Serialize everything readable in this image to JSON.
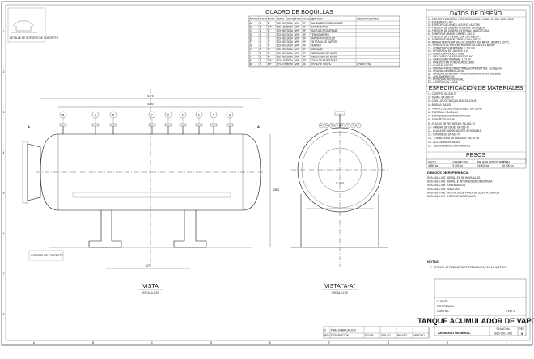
{
  "border": {
    "columns": [
      "A",
      "B",
      "C",
      "D",
      "E",
      "F",
      "G",
      "H",
      "I"
    ],
    "rows": [
      "1",
      "2",
      "3",
      "4",
      "5",
      "6",
      "7",
      "8"
    ]
  },
  "detail_label": "DETALLE DE SOPORTE DE CONCRETO",
  "nozzle_table": {
    "title": "CUADRO DE BOQUILLAS",
    "headers": [
      "MARCA",
      "CANT.",
      "DIAM.",
      "SERIE",
      "CLASE",
      "TIPO",
      "DETALLE",
      "SERVICIO",
      "OBSERVACIONES"
    ],
    "rows": [
      [
        "A",
        "1",
        "2\"",
        "SCH 80",
        "300#",
        "WN",
        "RF",
        "SALIDA DE CONDENSADO",
        ""
      ],
      [
        "B",
        "1",
        "3/4\"",
        "SCH 160",
        "300#",
        "WN",
        "RF",
        "MANOMETRO",
        ""
      ],
      [
        "C",
        "1",
        "1\"",
        "SCH 80",
        "300#",
        "WN",
        "RF",
        "VALVULA SEGURIDAD",
        ""
      ],
      [
        "D",
        "1",
        "1\"",
        "SCH 80",
        "300#",
        "WN",
        "RF",
        "TERMOMETRO",
        ""
      ],
      [
        "E",
        "1",
        "2\"",
        "SCH 80",
        "300#",
        "WN",
        "RF",
        "VAPOR A PROCESO",
        ""
      ],
      [
        "F",
        "1",
        "2\"",
        "SCH 80",
        "300#",
        "WN",
        "RF",
        "ENTRADA DE VAPOR",
        ""
      ],
      [
        "G",
        "1",
        "1\"",
        "SCH 80",
        "300#",
        "WN",
        "RF",
        "VENTEO",
        ""
      ],
      [
        "H",
        "1",
        "1\"",
        "SCH 80",
        "300#",
        "WN",
        "RF",
        "DRENAJE",
        ""
      ],
      [
        "I",
        "1",
        "1\"",
        "SCH 80",
        "300#",
        "WN",
        "RF",
        "INDICADOR DE NIVEL",
        ""
      ],
      [
        "J",
        "1",
        "1\"",
        "SCH 80",
        "300#",
        "WN",
        "RF",
        "INDICADOR DE NIVEL",
        ""
      ],
      [
        "K",
        "1",
        "3/4\"",
        "SCH 160",
        "300#",
        "WN",
        "RF",
        "TOMA DE MUESTRAS",
        ""
      ],
      [
        "M",
        "1",
        "18\"",
        "SCH STD",
        "300#",
        "WN",
        "RF",
        "BOCA DE VISITA",
        "COMPLETA"
      ]
    ]
  },
  "design_data": {
    "title": "DATOS DE DISEÑO",
    "rows": [
      "CODIGO DE DISEÑO Y CONSTRUCCION: ASME VIII DIV. 1  ED. 2015",
      "ESTAMPADO: NO",
      "ESPECIFICACIONES: A.S.M.E. / A.S.T.M.",
      "PRESION DE DISEÑO INTERNA: 18.0 kg/cm²",
      "PRESION DE DISEÑO EXTERNA: VACIO TOTAL",
      "TEMPERATURA DE DISEÑO: 250 °C",
      "PRESION DE OPERACION: 14.0 kg/cm²",
      "TEMPERATURA DE OPERACION: 198 °C",
      "MINIMA TEMPERATURA DE DISEÑO DEL METAL (MDMT): -29 °C",
      "PRESION DE PRUEBA HIDROSTATICA: 23.4 kg/cm²",
      "CORROSION PERMISIBLE: 3.0 mm",
      "EFICIENCIA DE JUNTAS: 1.0",
      "RADIOGRAFIADO: TOTAL",
      "RELEVADO DE ESFUERZOS: NO",
      "CAPACIDAD NOMINAL: 12.0 m³",
      "PRESION EN CONEXIONES: 300#",
      "FLUIDO: VAPOR",
      "MAXIMA PRESION DE TRABAJO PERMITIDA: 19.2 kg/cm²",
      "PRUEBA NEUMATICA: NO",
      "PINTURA EXTERIOR: PRIMARIO INORGANICO DE ZINC",
      "AISLAMIENTO: SI",
      "POSICION: HORIZONTAL",
      "INSPECCION: ASME"
    ]
  },
  "materials": {
    "title": "ESPECIFICACION DE MATERIALES",
    "rows": [
      "CUERPO: SA-516-70",
      "TAPAS: SA-516-70",
      "CUELLOS DE BOQUILLAS: SA-106-B",
      "BRIDAS: SA-105",
      "TORNILLOS DE CONEXIONES: SA-193-B7",
      "TUERCAS: SA-194-2H",
      "EMPAQUES: ESPIROMETALICO",
      "SOPORTES: SA-36",
      "PLACAS DE REFUERZO: SA-516-70",
      "OREJAS DE IZAJE: SA-516-70",
      "PLACA DE DATOS: ACERO INOXIDABLE",
      "INTERNOS: SA-516-70",
      "TORNILLERIA DE ANCLAJE: SA-307-B",
      "ACCESORIOS: SA-105",
      "AISLAMIENTO: LANA MINERAL"
    ]
  },
  "weights": {
    "title": "PESOS",
    "headers": [
      "VACIO",
      "OPERACION",
      "PRUEBA HIDROSTATICA",
      "TOTAL"
    ],
    "values": [
      "4 850 kg",
      "9 200 kg",
      "16 900 kg",
      "16 900 kg"
    ]
  },
  "references": {
    "title": "DIBUJOS DE REFERENCIA",
    "rows": [
      [
        "SGS-016-1-002",
        "DETALLES DE BOQUILLAS"
      ],
      [
        "SGS-016-1-003",
        "DETALLE INTERNOS DE DESCARGA"
      ],
      [
        "SGS-016-1-004",
        "ORIENTACION"
      ],
      [
        "SGS-016-1-005",
        "SILLETAS"
      ],
      [
        "SGS-016-1-006",
        "SOPORTE DE PLACA DE IDENTIFICACION"
      ],
      [
        "SGS-016-1-007",
        "LISTA DE MATERIALES"
      ]
    ]
  },
  "notes": {
    "title": "NOTAS:",
    "rows": [
      "1.- TODAS LAS DIMENSIONES ESTAN DADAS EN MILIMETROS."
    ]
  },
  "views": {
    "main": "VISTA",
    "main_scale": "ESCALA 1:20",
    "section": "VISTA \"A-A\"",
    "section_scale": "ESCALA 1:20",
    "section_mark": "A"
  },
  "dimensions": {
    "overall": "6175",
    "shell": "5390",
    "saddle_center": "3270",
    "diameter": "Ø 1600",
    "height": "2600",
    "support_note": "SOPORTE DE CONCRETO",
    "nozzle_callouts": [
      "M",
      "A",
      "B",
      "C",
      "D",
      "E",
      "F",
      "G",
      "H"
    ],
    "section_nozzles": [
      "A",
      "B",
      "C",
      "D",
      "E",
      "F",
      "G",
      "H"
    ]
  },
  "title_block": {
    "cliente_label": "CLIENTE:",
    "referencia_label": "REFERENCIA:",
    "obra_label": "OBRA No.:",
    "item_label": "ITEM: 1",
    "project_title": "TANQUE ACUMULADOR DE VAPOR",
    "drawing_title": "ARREGLO GENERAL",
    "plano_label": "PLANO No.",
    "plano_no": "SGS-016-1-002",
    "rev_label": "REV.",
    "rev": "0"
  },
  "revisions": {
    "headers": [
      "REV",
      "DESCRIPCION",
      "FECHA",
      "DIBUJO",
      "REVISO",
      "APROBO"
    ],
    "rows": [
      [
        "0",
        "PARA FABRICACION",
        "",
        "",
        "",
        ""
      ]
    ]
  }
}
